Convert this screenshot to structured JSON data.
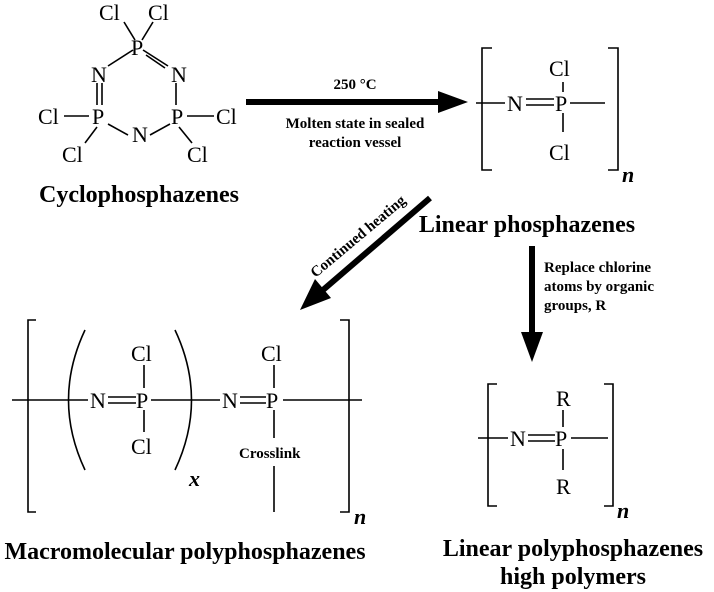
{
  "atoms": {
    "p": "P",
    "n": "N",
    "cl": "Cl",
    "r": "R",
    "n_index": "n",
    "x_index": "x"
  },
  "captions": {
    "cyclo": "Cyclophosphazenes",
    "linear": "Linear phosphazenes",
    "macro": "Macromolecular polyphosphazenes",
    "linear_poly_1": "Linear polyphosphazenes",
    "linear_poly_2": "high polymers"
  },
  "arrows": {
    "step1_top": "250 °C",
    "step1_bottom_1": "Molten state in sealed",
    "step1_bottom_2": "reaction vessel",
    "step2": "Continued heating",
    "step3_1": "Replace chlorine",
    "step3_2": "atoms by organic",
    "step3_3": "groups, R"
  },
  "labels": {
    "crosslink": "Crosslink"
  }
}
